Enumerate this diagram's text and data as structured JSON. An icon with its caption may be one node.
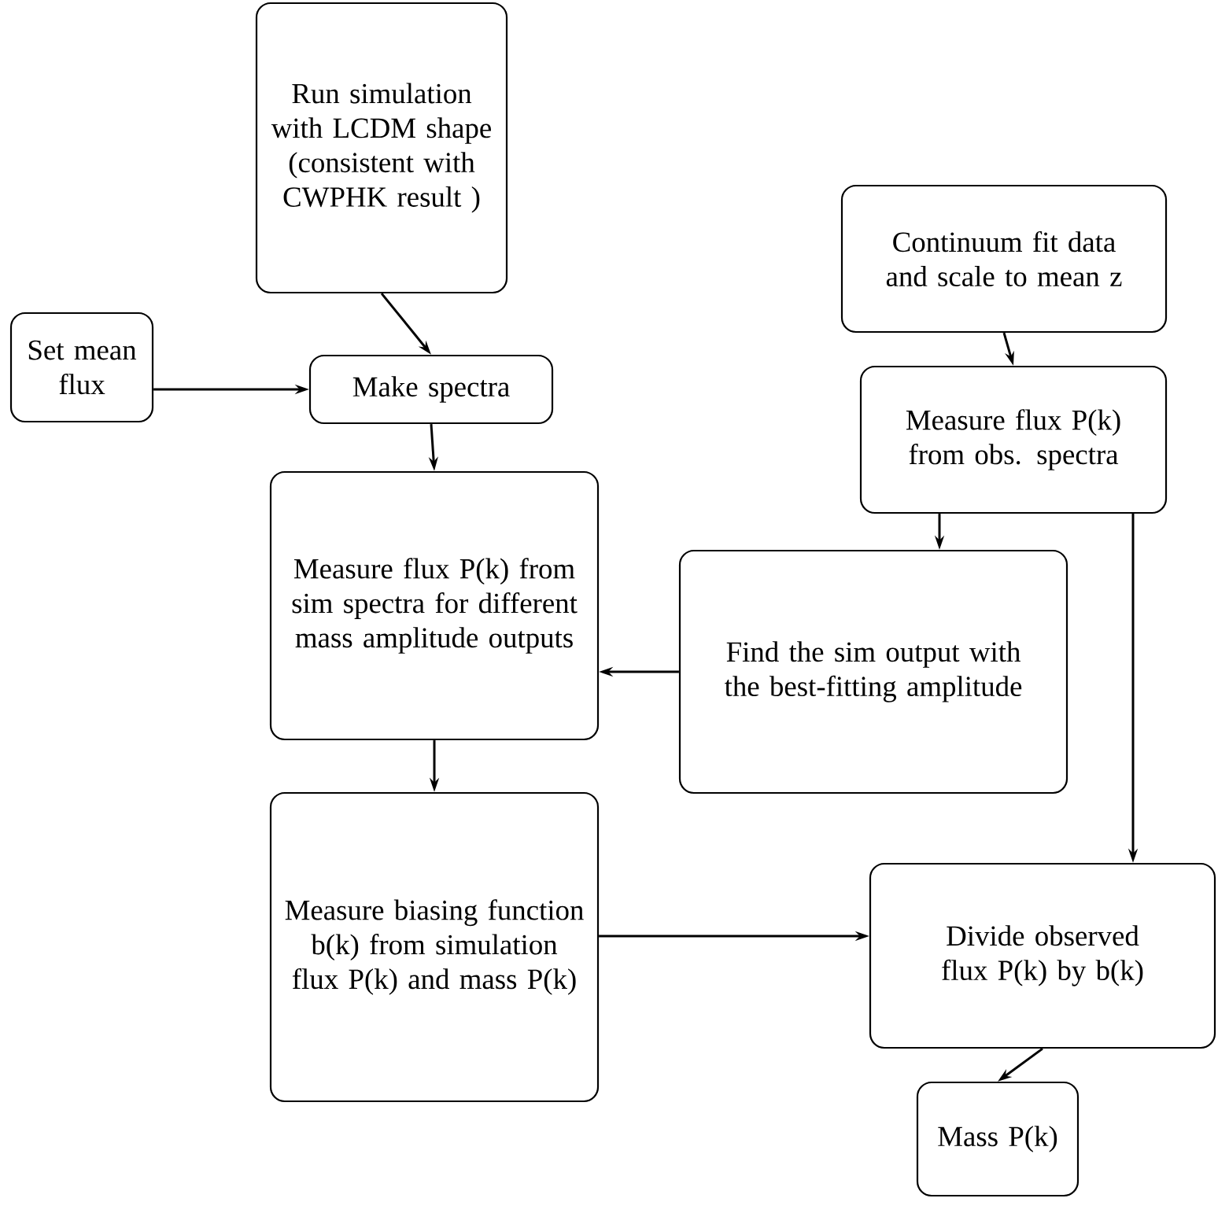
{
  "diagram": {
    "nodes": [
      {
        "text": [
          "Run simulation with LCDM shape (consistent with CWPHK result )"
        ]
      },
      {
        "text": [
          "Set mean flux"
        ]
      },
      {
        "text": [
          "Make spectra"
        ]
      },
      {
        "text": [
          "Measure flux P(k) from sim spectra for different mass amplitude outputs"
        ]
      },
      {
        "text": [
          "Continuum fit data and scale to mean z"
        ]
      },
      {
        "text": [
          "Measure flux P(k) from obs. spectra"
        ]
      },
      {
        "text": [
          "Find the  sim output with the best-fitting amplitude"
        ]
      },
      {
        "text": [
          "Measure biasing function b(k) from simulation flux P(k) and mass P(k)"
        ]
      },
      {
        "text": [
          "Divide observed flux P(k) by b(k)"
        ]
      },
      {
        "text": [
          "Mass P(k)"
        ]
      }
    ],
    "edges": [
      {
        "from": 0,
        "to": 2,
        "arrow": "to"
      },
      {
        "from": 1,
        "to": 2,
        "arrow": "to"
      },
      {
        "from": 2,
        "to": 3,
        "arrow": "to"
      },
      {
        "from": 4,
        "to": 5,
        "arrow": "to"
      },
      {
        "from": 5,
        "to": 6,
        "arrow": "to"
      },
      {
        "from": 6,
        "to": 3,
        "arrow": "to"
      },
      {
        "from": 5,
        "to": 8,
        "arrow": "to"
      },
      {
        "from": 3,
        "to": 7,
        "arrow": "to"
      },
      {
        "from": 7,
        "to": 8,
        "arrow": "to"
      },
      {
        "from": 8,
        "to": 9,
        "arrow": "to"
      }
    ]
  }
}
